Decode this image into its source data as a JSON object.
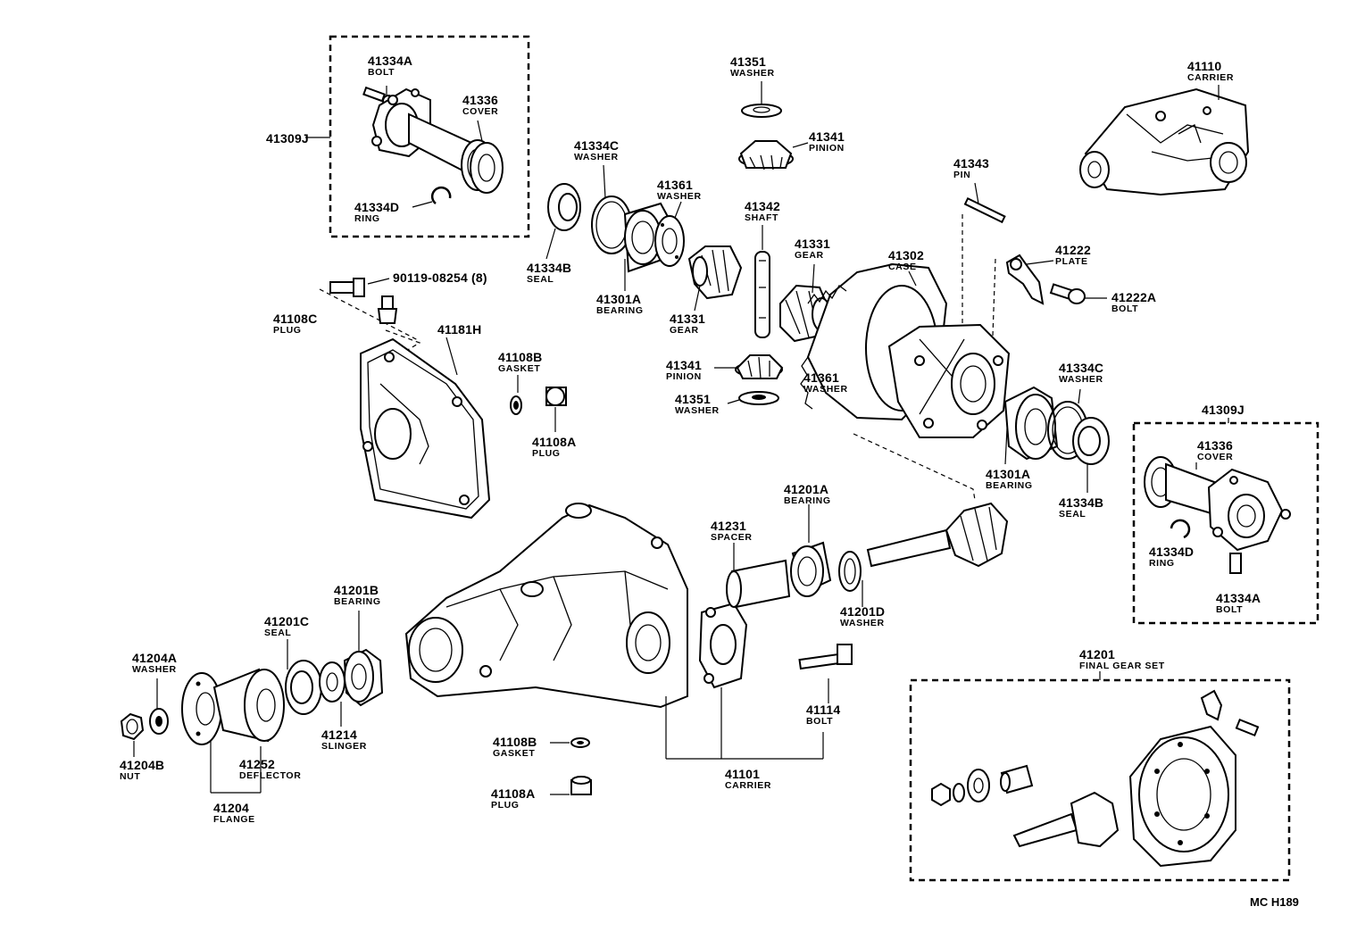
{
  "diagram_code": "MC H189",
  "callouts": [
    {
      "id": "c-41334A-tl",
      "num": "41334A",
      "name": "BOLT"
    },
    {
      "id": "c-41336-tl",
      "num": "41336",
      "name": "COVER"
    },
    {
      "id": "c-41309J-tl",
      "num": "41309J",
      "name": ""
    },
    {
      "id": "c-41334D-tl",
      "num": "41334D",
      "name": "RING"
    },
    {
      "id": "c-41351-top",
      "num": "41351",
      "name": "WASHER"
    },
    {
      "id": "c-41341-top",
      "num": "41341",
      "name": "PINION"
    },
    {
      "id": "c-41110",
      "num": "41110",
      "name": "CARRIER"
    },
    {
      "id": "c-41334C-l",
      "num": "41334C",
      "name": "WASHER"
    },
    {
      "id": "c-41361-l",
      "num": "41361",
      "name": "WASHER"
    },
    {
      "id": "c-41343",
      "num": "41343",
      "name": "PIN"
    },
    {
      "id": "c-41342",
      "num": "41342",
      "name": "SHAFT"
    },
    {
      "id": "c-41331-r",
      "num": "41331",
      "name": "GEAR"
    },
    {
      "id": "c-41302",
      "num": "41302",
      "name": "CASE"
    },
    {
      "id": "c-41222",
      "num": "41222",
      "name": "PLATE"
    },
    {
      "id": "c-41334B-l",
      "num": "41334B",
      "name": "SEAL"
    },
    {
      "id": "c-41301A-l",
      "num": "41301A",
      "name": "BEARING"
    },
    {
      "id": "c-41222A",
      "num": "41222A",
      "name": "BOLT"
    },
    {
      "id": "c-90119",
      "num": "90119-08254 (8)",
      "name": ""
    },
    {
      "id": "c-41331-l",
      "num": "41331",
      "name": "GEAR"
    },
    {
      "id": "c-41108C",
      "num": "41108C",
      "name": "PLUG"
    },
    {
      "id": "c-41181H",
      "num": "41181H",
      "name": ""
    },
    {
      "id": "c-41108B-top",
      "num": "41108B",
      "name": "GASKET"
    },
    {
      "id": "c-41341-bot",
      "num": "41341",
      "name": "PINION"
    },
    {
      "id": "c-41361-r",
      "num": "41361",
      "name": "WASHER"
    },
    {
      "id": "c-41351-bot",
      "num": "41351",
      "name": "WASHER"
    },
    {
      "id": "c-41334C-r",
      "num": "41334C",
      "name": "WASHER"
    },
    {
      "id": "c-41108A-top",
      "num": "41108A",
      "name": "PLUG"
    },
    {
      "id": "c-41309J-r",
      "num": "41309J",
      "name": ""
    },
    {
      "id": "c-41336-r",
      "num": "41336",
      "name": "COVER"
    },
    {
      "id": "c-41301A-r",
      "num": "41301A",
      "name": "BEARING"
    },
    {
      "id": "c-41334B-r",
      "num": "41334B",
      "name": "SEAL"
    },
    {
      "id": "c-41201A",
      "num": "41201A",
      "name": "BEARING"
    },
    {
      "id": "c-41231",
      "num": "41231",
      "name": "SPACER"
    },
    {
      "id": "c-41334D-r",
      "num": "41334D",
      "name": "RING"
    },
    {
      "id": "c-41334A-r",
      "num": "41334A",
      "name": "BOLT"
    },
    {
      "id": "c-41201B",
      "num": "41201B",
      "name": "BEARING"
    },
    {
      "id": "c-41201C",
      "num": "41201C",
      "name": "SEAL"
    },
    {
      "id": "c-41201D",
      "num": "41201D",
      "name": "WASHER"
    },
    {
      "id": "c-41204A",
      "num": "41204A",
      "name": "WASHER"
    },
    {
      "id": "c-41201",
      "num": "41201",
      "name": "FINAL GEAR SET"
    },
    {
      "id": "c-41114",
      "num": "41114",
      "name": "BOLT"
    },
    {
      "id": "c-41214",
      "num": "41214",
      "name": "SLINGER"
    },
    {
      "id": "c-41108B-bot",
      "num": "41108B",
      "name": "GASKET"
    },
    {
      "id": "c-41204B",
      "num": "41204B",
      "name": "NUT"
    },
    {
      "id": "c-41252",
      "num": "41252",
      "name": "DEFLECTOR"
    },
    {
      "id": "c-41101",
      "num": "41101",
      "name": "CARRIER"
    },
    {
      "id": "c-41108A-bot",
      "num": "41108A",
      "name": "PLUG"
    },
    {
      "id": "c-41204",
      "num": "41204",
      "name": "FLANGE"
    }
  ]
}
